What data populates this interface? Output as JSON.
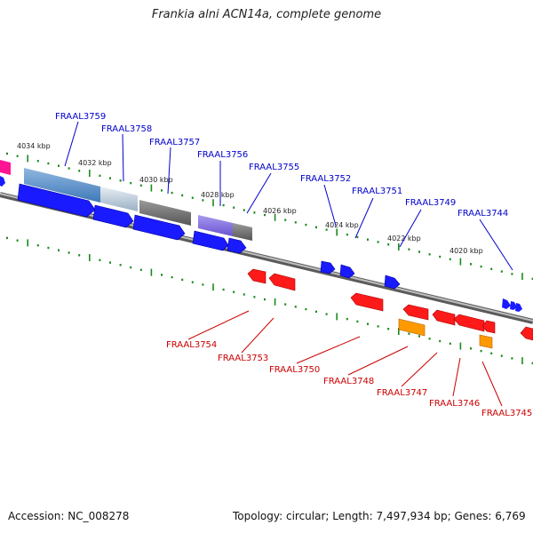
{
  "title": "Frankia alni ACN14a, complete genome",
  "footer": {
    "accession": "Accession: NC_008278",
    "summary": "Topology: circular; Length: 7,497,934 bp; Genes: 6,769"
  },
  "colors": {
    "forward_label": "#0000cc",
    "reverse_label": "#cc0000",
    "forward_gene": "#1a1aff",
    "reverse_gene": "#ff1a1a",
    "tick": "#1a8a1a",
    "backbone": "#7a7a7a"
  },
  "scale_labels": [
    "4034 kbp",
    "4032 kbp",
    "4030 kbp",
    "4028 kbp",
    "4026 kbp",
    "4024 kbp",
    "4022 kbp",
    "4020 kbp"
  ],
  "forward_labels": [
    "FRAAL3759",
    "FRAAL3758",
    "FRAAL3757",
    "FRAAL3756",
    "FRAAL3755",
    "FRAAL3752",
    "FRAAL3751",
    "FRAAL3749",
    "FRAAL3744"
  ],
  "reverse_labels": [
    "FRAAL3754",
    "FRAAL3753",
    "FRAAL3750",
    "FRAAL3748",
    "FRAAL3747",
    "FRAAL3746",
    "FRAAL3745"
  ]
}
